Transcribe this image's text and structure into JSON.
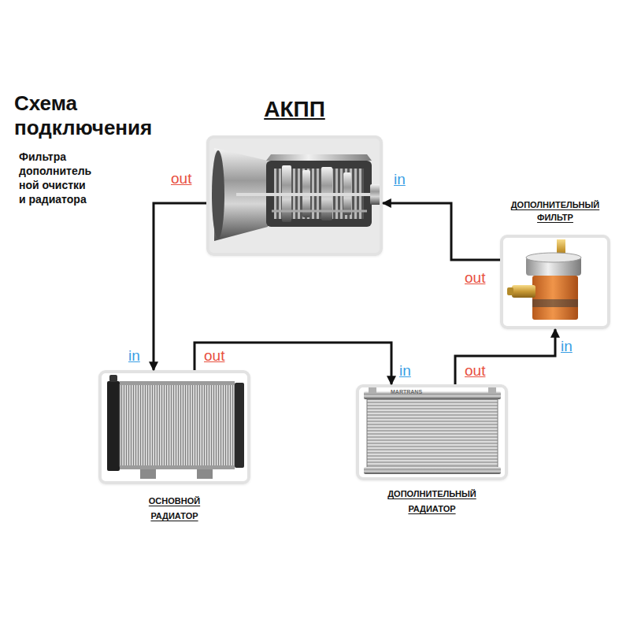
{
  "diagram": {
    "title": "Схема подключения",
    "nodes": [
      {
        "text": [
          "АКПП"
        ]
      },
      {
        "text": [
          "ДОПОЛНИТЕЛЬНЫЙ ФИЛЬТР"
        ]
      },
      {
        "text": [
          "ОСНОВНОЙ РАДИАТОР"
        ]
      },
      {
        "text": [
          "ДОПОЛНИТЕЛЬНЫЙ РАДИАТОР"
        ]
      }
    ],
    "edges": [
      {
        "from": 0,
        "to": 2,
        "arrow": "to"
      },
      {
        "from": 2,
        "to": 3,
        "arrow": "to"
      },
      {
        "from": 3,
        "to": 1,
        "arrow": "to"
      },
      {
        "from": 1,
        "to": 0,
        "arrow": "to"
      }
    ],
    "labels": [
      "Фильтра дополнитель ной очистки и радиатора",
      "out",
      "in",
      "out",
      "in",
      "out",
      "in",
      "out",
      "in",
      "MARTRANS"
    ]
  }
}
